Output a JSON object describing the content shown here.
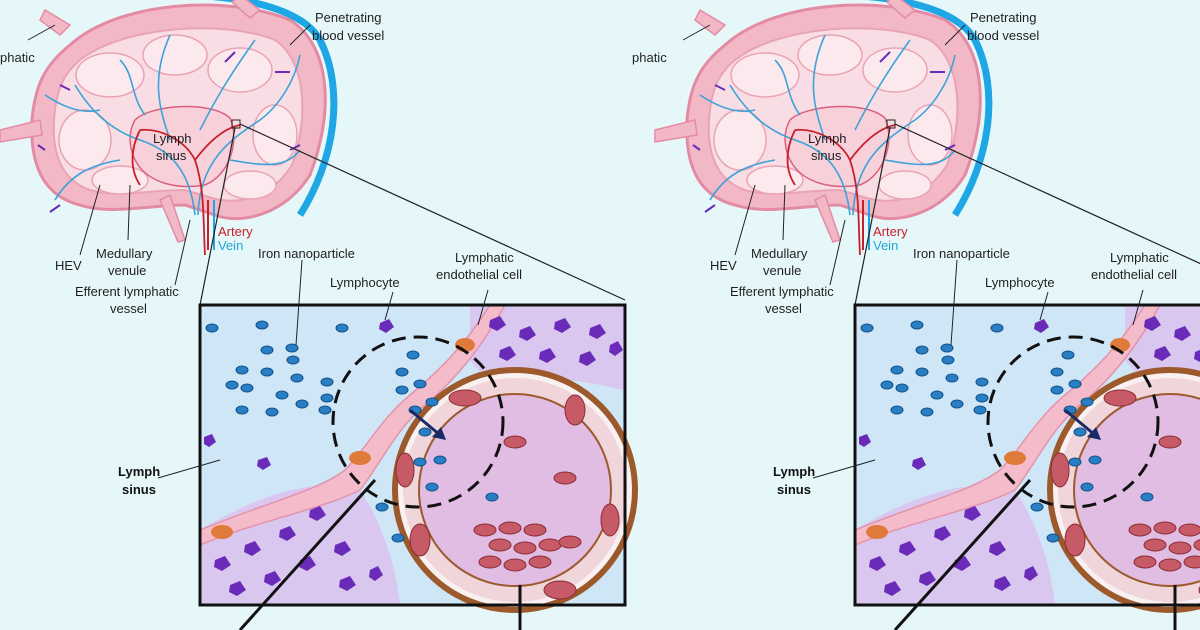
{
  "labels": {
    "lymphatic_cut": "phatic",
    "penetrating_line1": "Penetrating",
    "penetrating_line2": "blood vessel",
    "lymph_sinus_top_line1": "Lymph",
    "lymph_sinus_top_line2": "sinus",
    "artery": "Artery",
    "vein": "Vein",
    "hev": "HEV",
    "medullary_line1": "Medullary",
    "medullary_line2": "venule",
    "efferent_line1": "Efferent lymphatic",
    "efferent_line2": "vessel",
    "iron_nanoparticle": "Iron nanoparticle",
    "lymphocyte": "Lymphocyte",
    "lec_line1": "Lymphatic",
    "lec_line2": "endothelial cell",
    "lymph_sinus_box_line1": "Lymph",
    "lymph_sinus_box_line2": "sinus"
  },
  "colors": {
    "background": "#e6f7fa",
    "node_pink": "#f2b8c6",
    "node_light": "#f9dde5",
    "vessel_blue": "#1ea7e4",
    "artery_red": "#c8202a",
    "lymphocyte_purple": "#6a2bb8",
    "nanoparticle_blue": "#2a7fc4",
    "rbc_red": "#c65a66",
    "box_border": "#111111"
  }
}
